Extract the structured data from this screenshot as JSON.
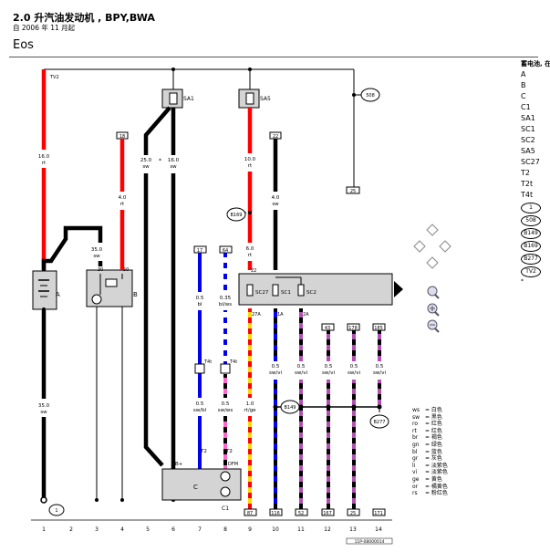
{
  "header": {
    "title": "2.0 升汽油发动机 , BPY,BWA",
    "date": "自 2006 年 11 月起",
    "model": "Eos"
  },
  "legend": {
    "title": "蓄电池, 在",
    "items": [
      "A",
      "B",
      "C",
      "C1",
      "SA1",
      "SC1",
      "SC2",
      "SA5",
      "SC27",
      "T2",
      "T2t",
      "T4t"
    ],
    "circles": [
      "1",
      "508",
      "B149",
      "B169",
      "B277",
      "TV2"
    ],
    "star": "*"
  },
  "colors": [
    {
      "k": "ws",
      "v": "= 白色"
    },
    {
      "k": "sw",
      "v": "= 黑色"
    },
    {
      "k": "ro",
      "v": "= 红色"
    },
    {
      "k": "rt",
      "v": "= 红色"
    },
    {
      "k": "br",
      "v": "= 褐色"
    },
    {
      "k": "gn",
      "v": "= 绿色"
    },
    {
      "k": "bl",
      "v": "= 蓝色"
    },
    {
      "k": "gr",
      "v": "= 灰色"
    },
    {
      "k": "li",
      "v": "= 淡紫色"
    },
    {
      "k": "vi",
      "v": "= 淡紫色"
    },
    {
      "k": "ge",
      "v": "= 黄色"
    },
    {
      "k": "or",
      "v": "= 橘黄色"
    },
    {
      "k": "rs",
      "v": "= 粉红色"
    }
  ],
  "labels": {
    "tv2": "TV2",
    "sa1": "SA1",
    "sa5": "SA5",
    "n508": "508",
    "n22": "22",
    "n18": "18",
    "n22b": "22",
    "c_a": "A",
    "c_b": "B",
    "c_c": "C",
    "c_c1": "C1",
    "c_1": "1",
    "b169": "B169",
    "b149": "B149",
    "b277": "B277",
    "sc27": "SC27",
    "sc1": "SC1",
    "sc2": "SC2",
    "w1_a": "16.0",
    "w1_b": "rt",
    "w3_a": "35.0",
    "w3_b": "sw",
    "w1b_a": "35.0",
    "w1b_b": "sw",
    "w4_a": "4.0",
    "w4_b": "rt",
    "w6a_a": "25.0",
    "w6a_b": "sw",
    "w6b_a": "16.0",
    "w6b_b": "sw",
    "w9_a": "10.0",
    "w9_b": "rt",
    "w10_a": "4.0",
    "w10_b": "sw",
    "w9b_a": "6.0",
    "w9b_b": "rt",
    "w7_a": "0.5",
    "w7_b": "bl",
    "w8_a": "0.35",
    "w8_b": "bl/ws",
    "w7b_a": "0.5",
    "w7b_b": "sw/bl",
    "w8b_a": "0.5",
    "w8b_b": "sw/ws",
    "w9c_a": "1.0",
    "w9c_b": "rt/ge",
    "wsw_a": "0.5",
    "wsw_b": "sw/vi",
    "t4t_1": "T4t",
    "t4t_2": "T4t",
    "t2_1": "T2",
    "t2_2": "T2",
    "dfm": "DFM",
    "bplus": "B+",
    "p50": "50",
    "p30": "30",
    "p22": "22",
    "p27a": "27A",
    "p1a": "1A",
    "p2a": "2A",
    "n17": "17",
    "n64": "64",
    "n43": "43",
    "n178": "178",
    "n185": "185",
    "b87": "87",
    "b116": "116",
    "b52": "52",
    "b167": "167",
    "b25": "25",
    "b171": "171",
    "b25top": "25",
    "star": "*",
    "cols": [
      "1",
      "2",
      "3",
      "4",
      "5",
      "6",
      "7",
      "8",
      "9",
      "10",
      "11",
      "12",
      "13",
      "14"
    ],
    "code": "11P-08000014"
  }
}
